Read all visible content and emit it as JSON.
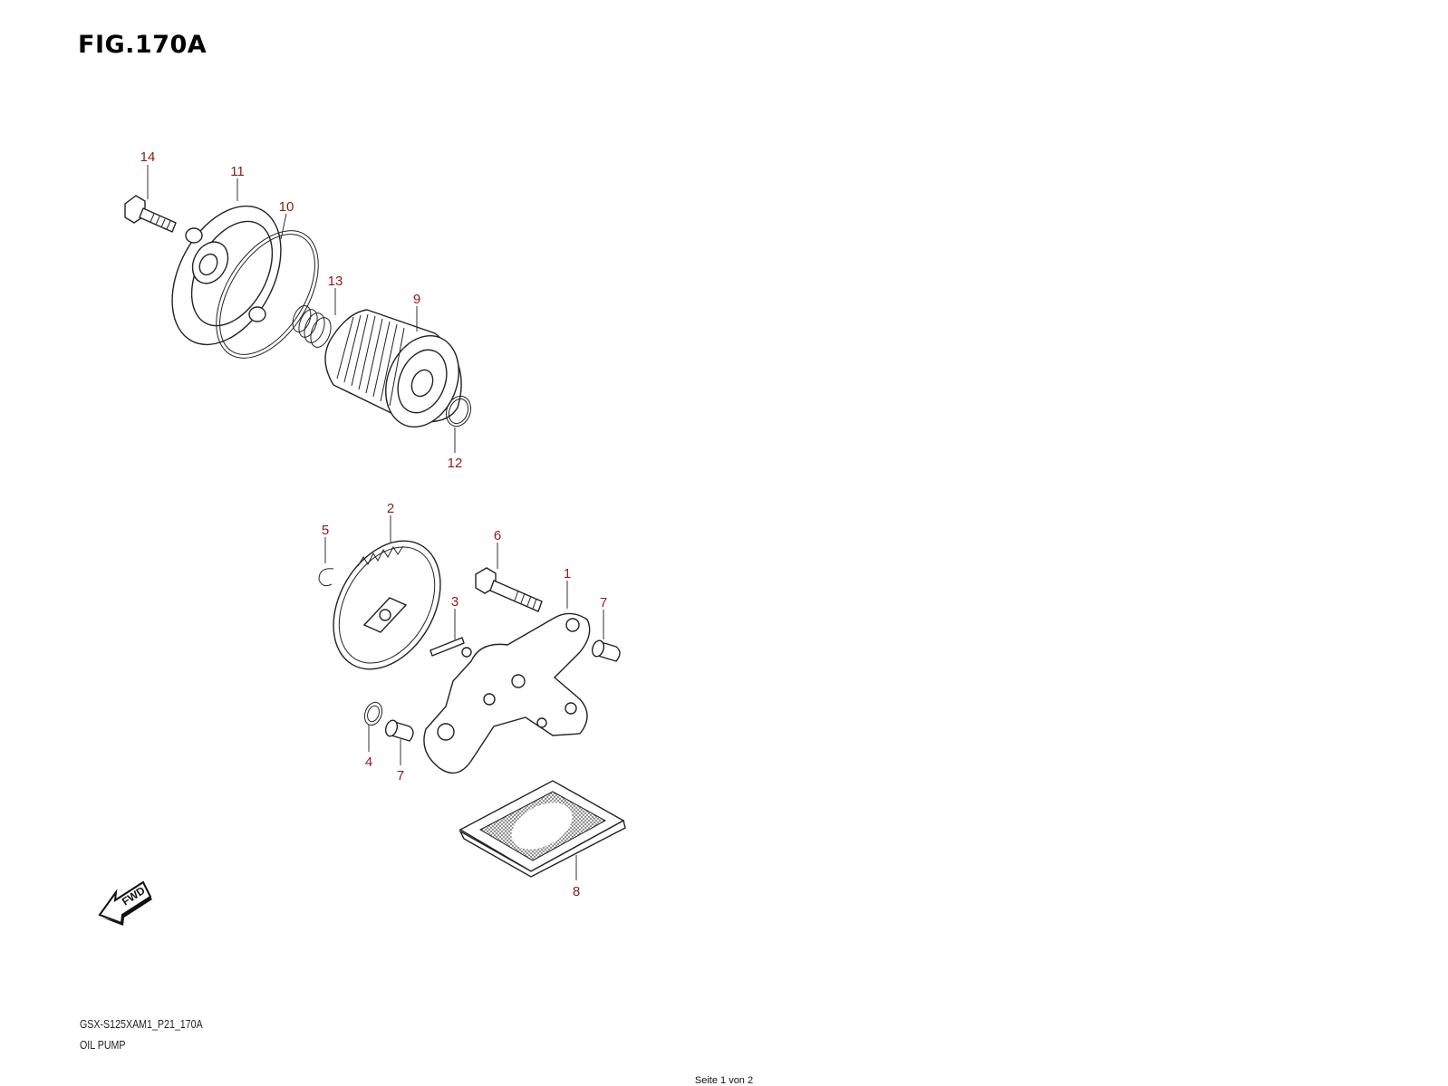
{
  "figure": {
    "title": "FIG.170A",
    "model_code": "GSX-S125XAM1_P21_170A",
    "section_name": "OIL PUMP",
    "fwd_label": "FWD"
  },
  "callouts": [
    "1",
    "2",
    "3",
    "4",
    "5",
    "6",
    "7",
    "7",
    "8",
    "9",
    "10",
    "11",
    "12",
    "13",
    "14"
  ],
  "footer": {
    "page_label": "Seite 1 von 2"
  },
  "colors": {
    "callout": "#8b1a1a",
    "line": "#222222"
  }
}
